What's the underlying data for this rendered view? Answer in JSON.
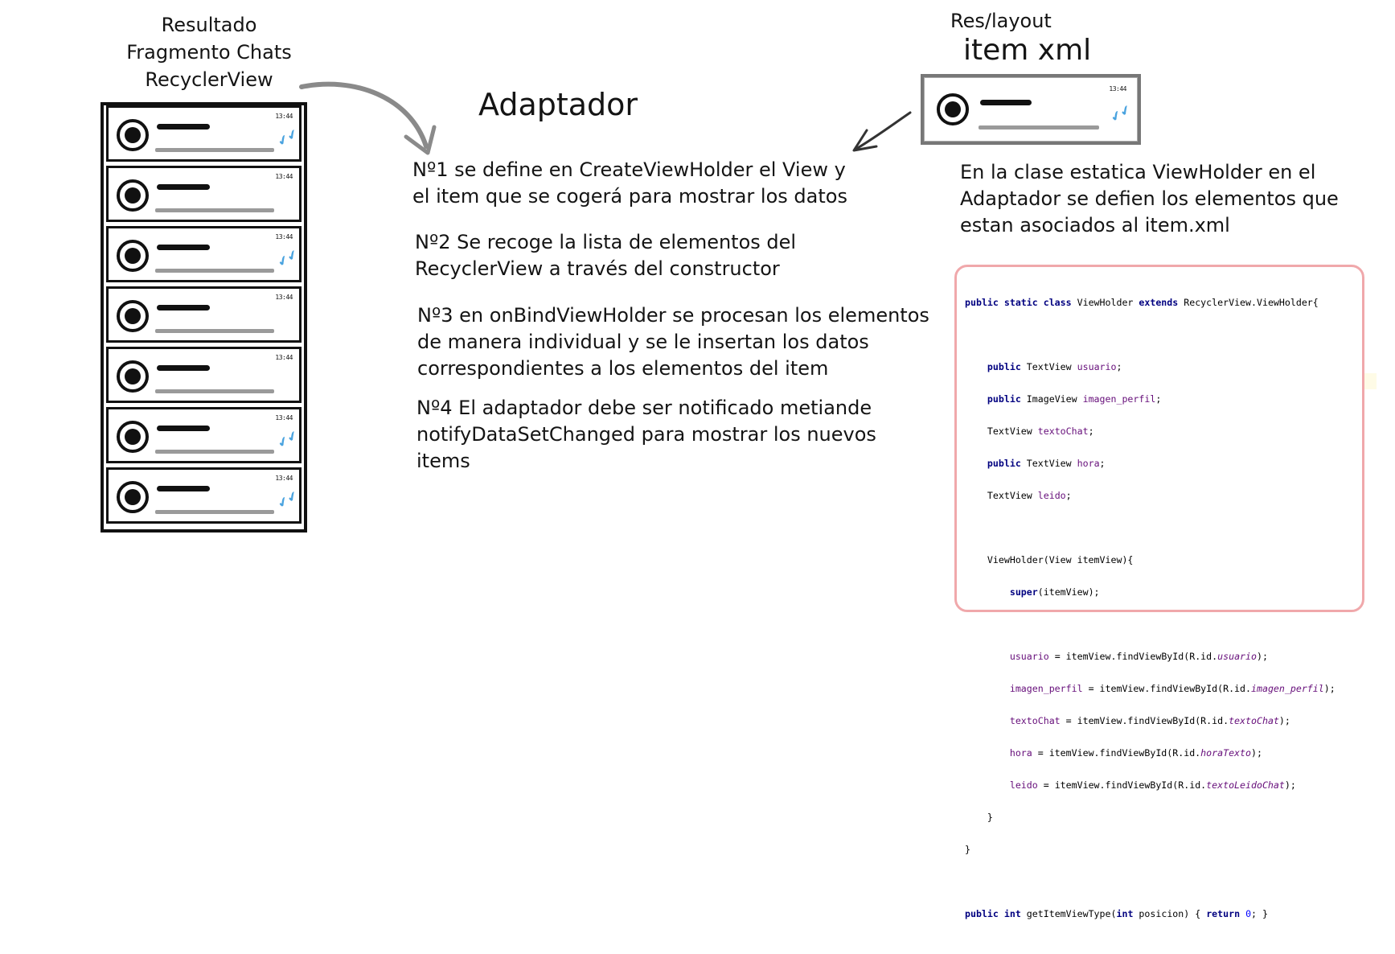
{
  "titles": {
    "left_lines": [
      "Resultado",
      "Fragmento Chats",
      "RecyclerView"
    ],
    "center": "Adaptador",
    "right_small": "Res/layout",
    "right_big": "item xml"
  },
  "steps": [
    {
      "line1": "Nº1 se define en CreateViewHolder el View y",
      "line2": "el item que se cogerá para mostrar los datos"
    },
    {
      "line1": "Nº2 Se recoge la lista de elementos del",
      "line2": "RecyclerView a través del constructor"
    },
    {
      "line1": "Nº3 en onBindViewHolder se procesan los elementos",
      "line2": "de manera individual y se le insertan los datos",
      "line3": "correspondientes a los elementos del item"
    },
    {
      "line1": "Nº4 El adaptador debe ser notificado metiande",
      "line2": "notifyDataSetChanged para mostrar los nuevos",
      "line3": "items"
    }
  ],
  "viewholder_desc": {
    "line1": "En la clase estatica ViewHolder en el",
    "line2": "Adaptador se defien los elementos que",
    "line3": "estan asociados al item.xml"
  },
  "chat_item": {
    "time": "13:44"
  },
  "chat_rows": [
    {
      "checked": true
    },
    {
      "checked": false
    },
    {
      "checked": true
    },
    {
      "checked": false
    },
    {
      "checked": false
    },
    {
      "checked": true
    },
    {
      "checked": true
    }
  ],
  "code": {
    "l1a": "public static class",
    "l1b": " ViewHolder ",
    "l1c": "extends",
    "l1d": " RecyclerView.ViewHolder{",
    "l3a": "public",
    "l3b": " TextView ",
    "l3c": "usuario",
    "l3d": ";",
    "l4a": "public",
    "l4b": " ImageView ",
    "l4c": "imagen_perfil",
    "l4d": ";",
    "l5b": "TextView ",
    "l5c": "textoChat",
    "l5d": ";",
    "l6a": "public",
    "l6b": " TextView ",
    "l6c": "hora",
    "l6d": ";",
    "l7b": "TextView ",
    "l7c": "leido",
    "l7d": ";",
    "l9": "ViewHolder(View itemView){",
    "l10a": "super",
    "l10b": "(itemView);",
    "l12a": "usuario",
    "l12b": " = itemView.findViewById(R.id.",
    "l12c": "usuario",
    "l12d": ");",
    "l13a": "imagen_perfil",
    "l13b": " = itemView.findViewById(R.id.",
    "l13c": "imagen_perfil",
    "l13d": ");",
    "l14a": "textoChat",
    "l14b": " = itemView.findViewById(R.id.",
    "l14c": "textoChat",
    "l14d": ");",
    "l15a": "hora",
    "l15b": " = itemView.findViewById(R.id.",
    "l15c": "horaTexto",
    "l15d": ");",
    "l16a": "leido",
    "l16b": " = itemView.findViewById(R.id.",
    "l16c": "textoLeidoChat",
    "l16d": ");",
    "l17": "}",
    "l18": "}",
    "l20a": "public int",
    "l20b": " getItemViewType(",
    "l20c": "int",
    "l20d": " posicion) { ",
    "l20e": "return",
    "l20f": " ",
    "l20g": "0",
    "l20h": "; }"
  },
  "colors": {
    "code_border": "#f0a8ab",
    "keyword": "#000080",
    "field": "#660e7a",
    "check": "#4aa3df"
  }
}
